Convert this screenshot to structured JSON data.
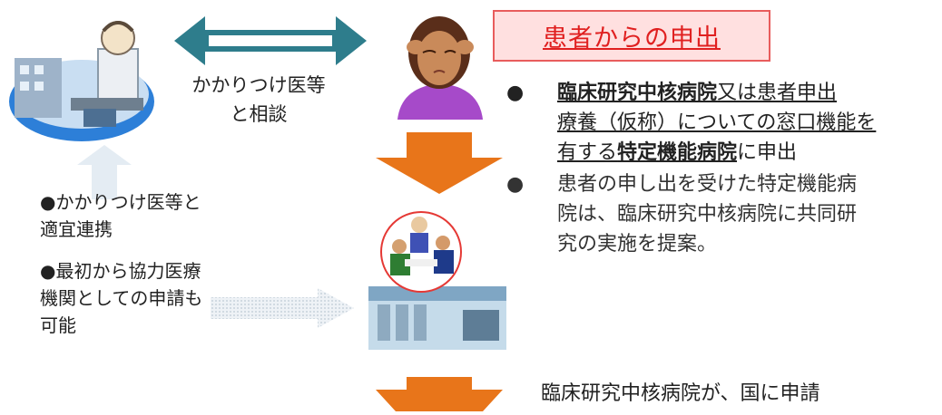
{
  "title": "患者からの申出",
  "consult_label": {
    "line1": "かかりつけ医等",
    "line2": "と相談"
  },
  "right_bullets": {
    "bullet_symbol": "●",
    "item1": {
      "part1_bold": "臨床研究中核病院",
      "part2": "又は患者申出",
      "line2": "療養（仮称）についての窓口機能を",
      "line3_part1": "有する",
      "line3_part2_bold": "特定機能病院",
      "line3_part3": "に申出"
    },
    "item2": {
      "line1": "患者の申し出を受けた特定機能病",
      "line2": "院は、臨床研究中核病院に共同研",
      "line3": "究の実施を提案。"
    }
  },
  "left_bullets": {
    "item1": "●かかりつけ医等と\n適宜連携",
    "item2": "●最初から協力医療\n機関としての申請も\n可能"
  },
  "final_step": "臨床研究中核病院が、国に申請",
  "colors": {
    "orange_arrow": "#e8751a",
    "teal_arrow": "#2e7d8c",
    "title_border": "#e85c5c",
    "title_fill": "#ffe0e0",
    "title_text": "#e02020"
  },
  "icons": {
    "doctor": "doctor-at-desk-illustration",
    "patient": "patient-with-headache-illustration",
    "hospital": "hospital-consultation-illustration"
  }
}
